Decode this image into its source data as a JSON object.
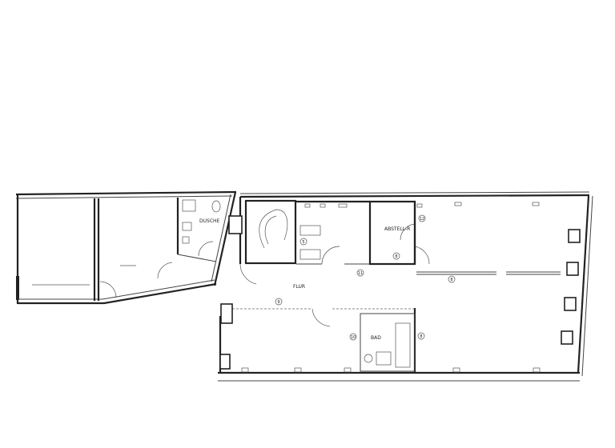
{
  "plan": {
    "rooms": {
      "shower": "DUSCHE",
      "hallway": "FLUR",
      "storage": "ABSTELL-R",
      "bath": "BAD"
    },
    "circled_numbers": [
      "5",
      "9",
      "11",
      "8",
      "10",
      "12",
      "8",
      "8"
    ],
    "colors": {
      "lines": "#222222",
      "background": "#ffffff"
    }
  }
}
